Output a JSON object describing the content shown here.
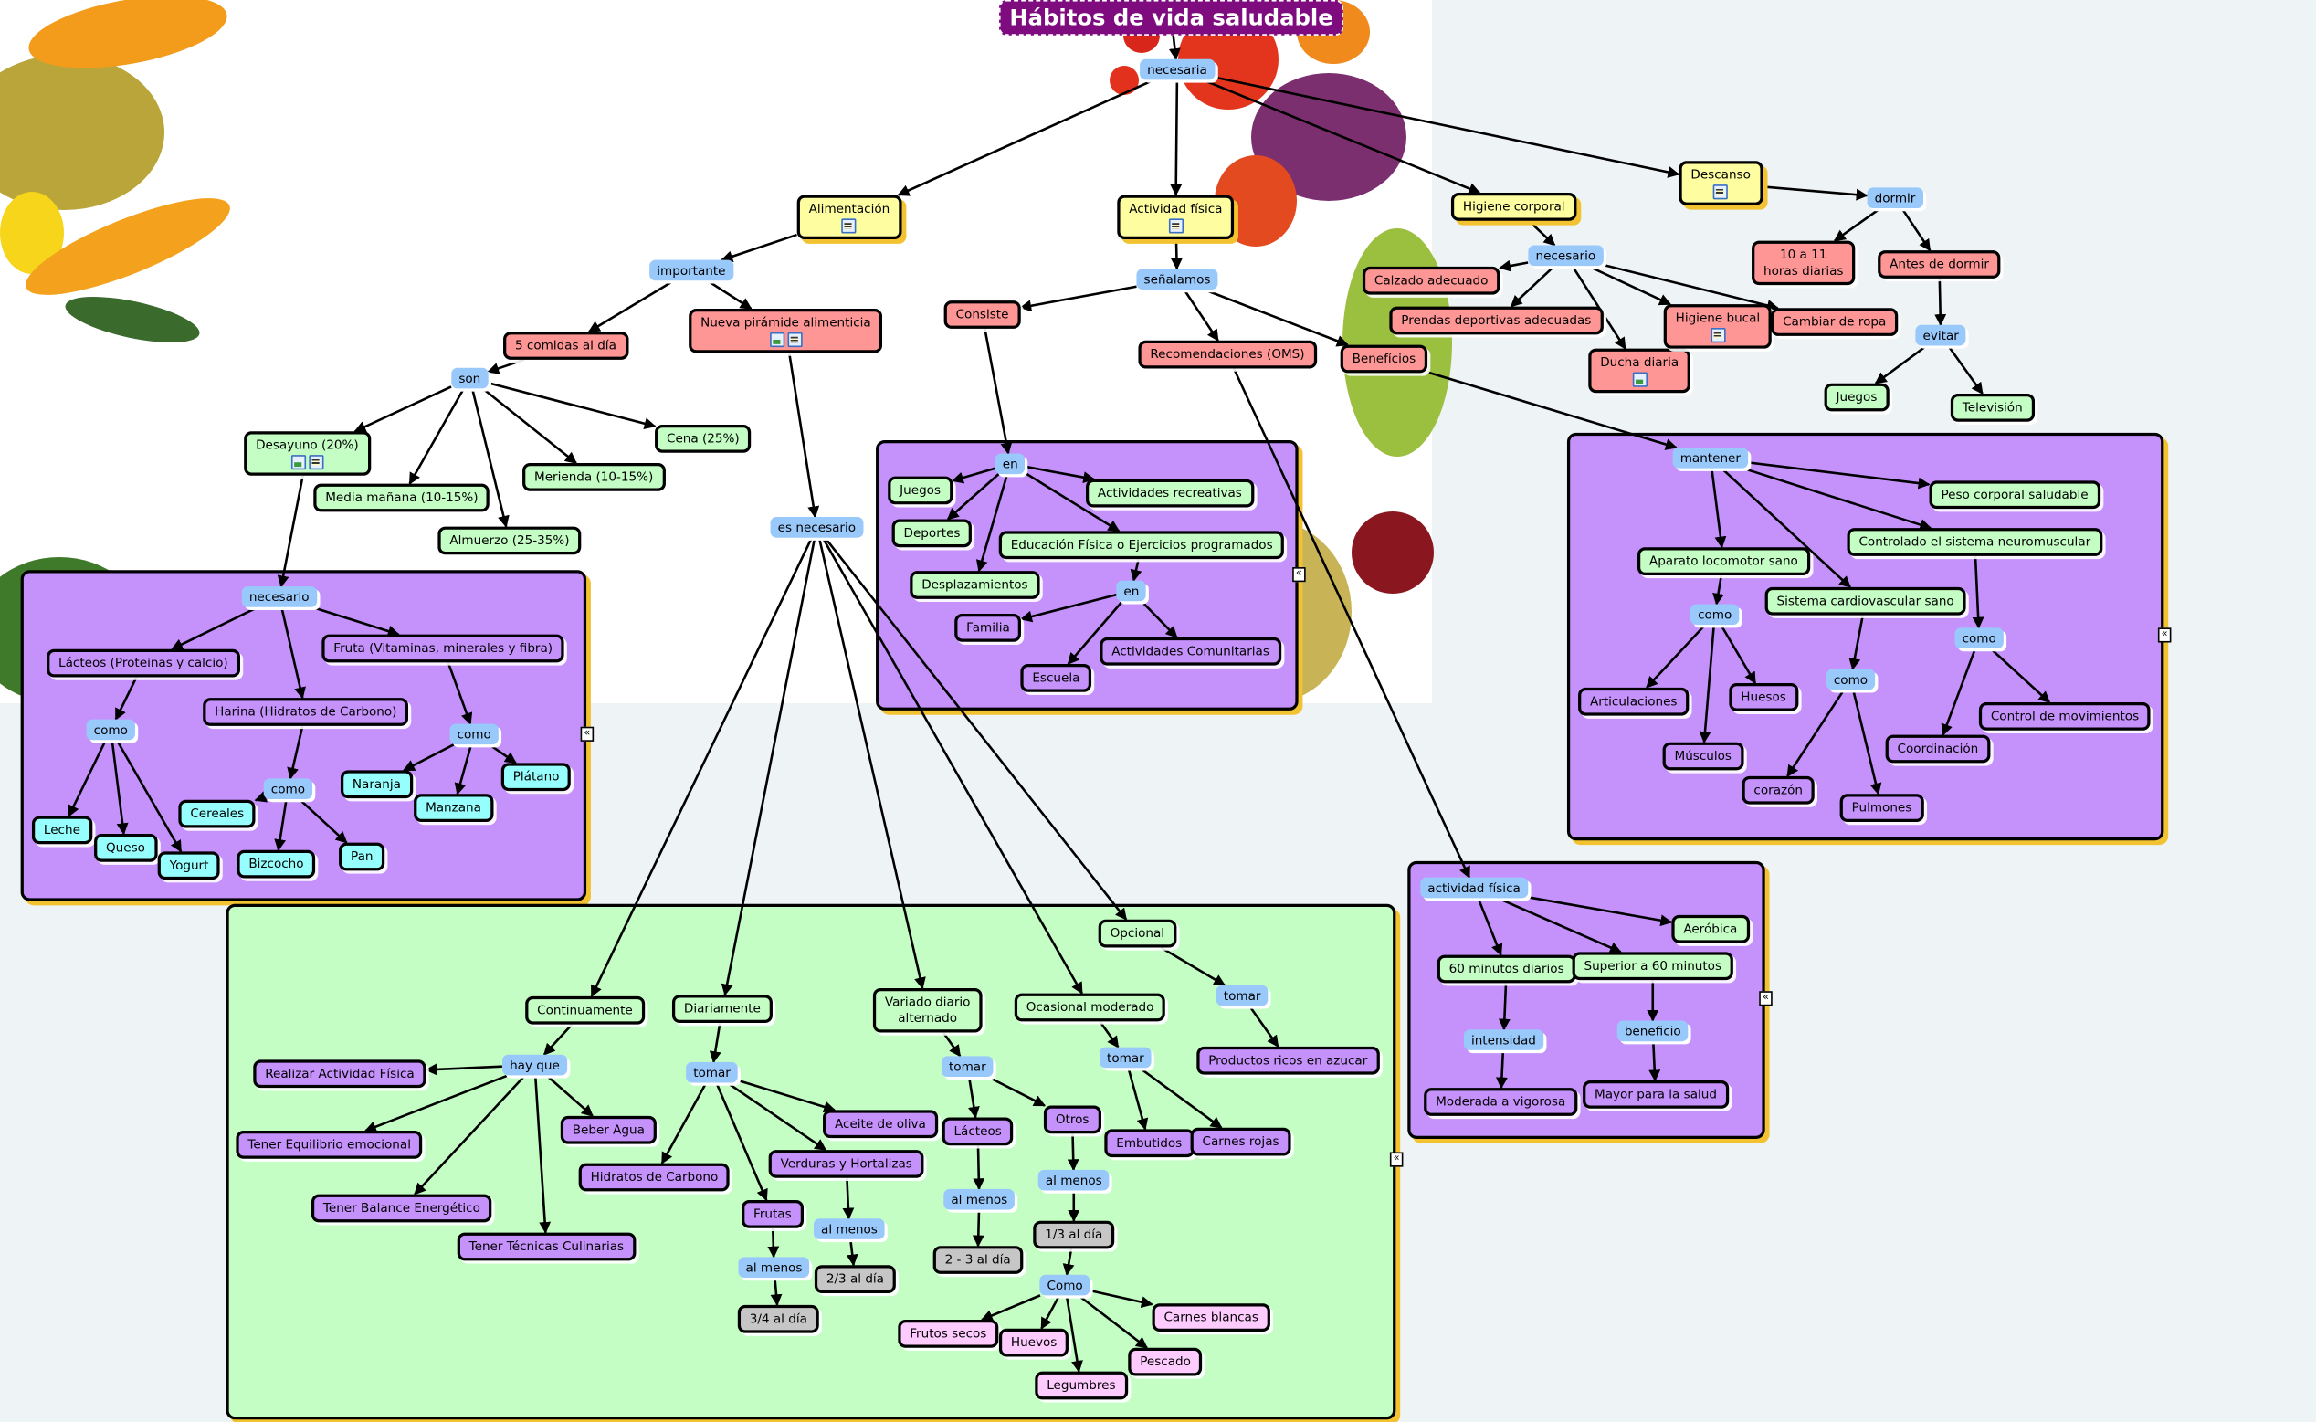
{
  "title": "Hábitos de vida saludable",
  "colors": {
    "title_bg": "#7e0c7f",
    "link_phrase": "#99c9fb",
    "main_topic": "#fefea0",
    "sub_topic": "#fe9696",
    "light_green": "#c4fec5",
    "purple": "#c591fb",
    "cyan": "#97fefe",
    "gray": "#c6c6c6",
    "pink": "#fecbfe"
  },
  "nodes": {
    "necesaria": "necesaria",
    "alimentacion": "Alimentación",
    "actividad_fisica": "Actividad física",
    "higiene_corporal": "Higiene corporal",
    "descanso": "Descanso",
    "importante": "importante",
    "cinco_comidas": "5 comidas al día",
    "nueva_piramide": "Nueva pirámide alimenticia",
    "son": "son",
    "desayuno": "Desayuno (20%)",
    "media_manana": "Media mañana (10-15%)",
    "almuerzo": "Almuerzo (25-35%)",
    "merienda": "Merienda (10-15%)",
    "cena": "Cena (25%)",
    "desayuno_necesario": "necesario",
    "lacteos_prot": "Lácteos (Proteinas y calcio)",
    "fruta_vit": "Fruta (Vitaminas, minerales y fibra)",
    "harina": "Harina (Hidratos de Carbono)",
    "como_lacteos": "como",
    "como_harina": "como",
    "como_fruta": "como",
    "leche": "Leche",
    "queso": "Queso",
    "yogurt": "Yogurt",
    "cereales": "Cereales",
    "bizcocho": "Bizcocho",
    "pan": "Pan",
    "naranja": "Naranja",
    "manzana": "Manzana",
    "platano": "Plátano",
    "es_necesario": "es necesario",
    "senalamos": "señalamos",
    "consiste": "Consiste",
    "recomendaciones": "Recomendaciones (OMS)",
    "beneficios": "Benefícios",
    "en1": "en",
    "juegos_af": "Juegos",
    "deportes": "Deportes",
    "desplazamientos": "Desplazamientos",
    "act_recreativas": "Actividades recreativas",
    "educacion_fisica": "Educación Física o Ejercicios programados",
    "en2": "en",
    "familia": "Familia",
    "escuela": "Escuela",
    "act_comunitarias": "Actividades Comunitarias",
    "hig_necesario": "necesario",
    "calzado": "Calzado adecuado",
    "prendas": "Prendas deportivas adecuadas",
    "ducha": "Ducha diaria",
    "higiene_bucal": "Higiene bucal",
    "cambiar_ropa": "Cambiar de ropa",
    "dormir": "dormir",
    "horas": "10 a 11\nhoras diarias",
    "antes_dormir": "Antes de dormir",
    "evitar": "evitar",
    "juegos_d": "Juegos",
    "television": "Televisión",
    "mantener": "mantener",
    "peso": "Peso corporal saludable",
    "neuromuscular": "Controlado el sistema neuromuscular",
    "locomotor": "Aparato locomotor sano",
    "cardiovascular": "Sistema cardiovascular sano",
    "como_loc": "como",
    "como_card": "como",
    "como_neuro": "como",
    "articulaciones": "Articulaciones",
    "huesos": "Huesos",
    "musculos": "Músculos",
    "corazon": "corazón",
    "pulmones": "Pulmones",
    "coordinacion": "Coordinación",
    "control_mov": "Control de movimientos",
    "oms_actividad": "actividad física",
    "aerobica": "Aeróbica",
    "sesenta_min": "60 minutos diarios",
    "superior_60": "Superior a 60 minutos",
    "intensidad": "intensidad",
    "beneficio": "beneficio",
    "moderada": "Moderada a vigorosa",
    "mayor_salud": "Mayor para la salud",
    "continuamente": "Continuamente",
    "diariamente": "Diariamente",
    "variado": "Variado diario\nalternado",
    "ocasional": "Ocasional moderado",
    "opcional": "Opcional",
    "hay_que": "hay que",
    "realizar_af": "Realizar Actividad Física",
    "equilibrio": "Tener Equilibrio emocional",
    "beber_agua": "Beber Agua",
    "balance": "Tener Balance Energético",
    "tecnicas": "Tener Técnicas Culinarias",
    "tomar_d": "tomar",
    "aceite": "Aceite de oliva",
    "verduras": "Verduras y Hortalizas",
    "hidratos": "Hidratos de Carbono",
    "frutas": "Frutas",
    "al_menos_fr": "al menos",
    "al_menos_ver": "al menos",
    "tres_cuartos": "3/4 al día",
    "dos_tercios": "2/3 al día",
    "tomar_v": "tomar",
    "lacteos_v": "Lácteos",
    "otros": "Otros",
    "al_menos_lac": "al menos",
    "al_menos_ot": "al menos",
    "dos_tres": "2 - 3 al día",
    "un_tercio": "1/3 al día",
    "como_ot": "Como",
    "frutos_secos": "Frutos secos",
    "huevos": "Huevos",
    "legumbres": "Legumbres",
    "pescado": "Pescado",
    "carnes_blancas": "Carnes blancas",
    "tomar_o": "tomar",
    "embutidos": "Embutidos",
    "carnes_rojas": "Carnes rojas",
    "tomar_op": "tomar",
    "productos_azucar": "Productos ricos en azucar"
  }
}
